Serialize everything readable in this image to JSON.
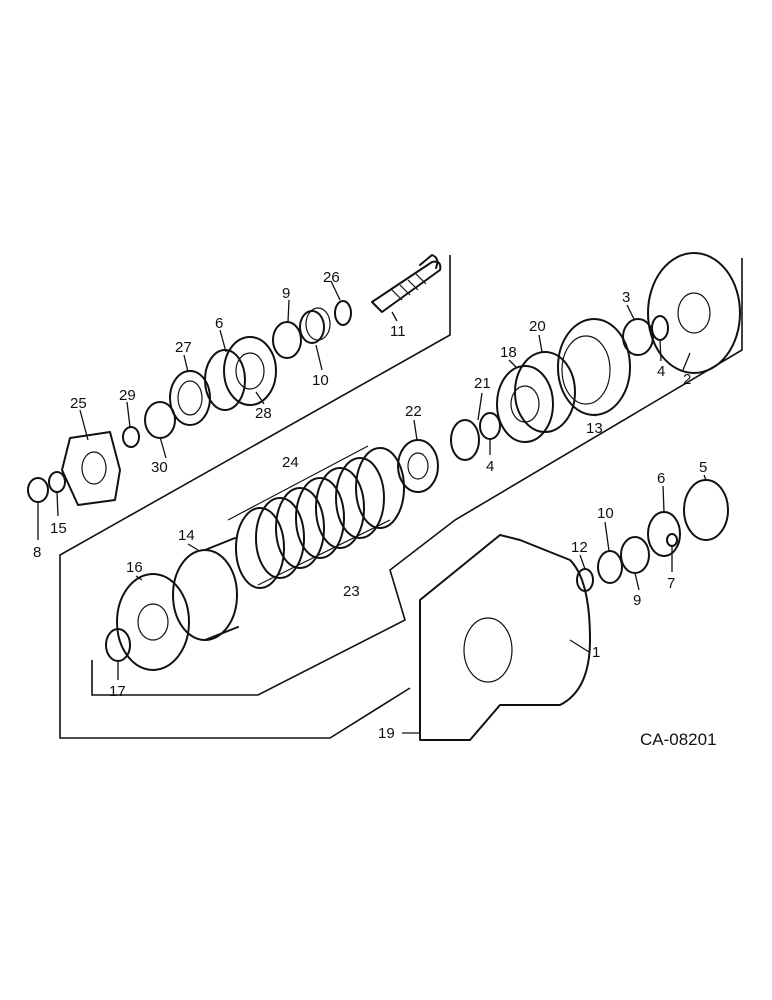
{
  "diagram": {
    "reference": "CA-08201",
    "callouts": {
      "c1": "1",
      "c2": "2",
      "c3": "3",
      "c4a": "4",
      "c4b": "4",
      "c5": "5",
      "c6a": "6",
      "c6b": "6",
      "c7": "7",
      "c8": "8",
      "c9a": "9",
      "c9b": "9",
      "c10a": "10",
      "c10b": "10",
      "c11": "11",
      "c12": "12",
      "c13": "13",
      "c14": "14",
      "c15": "15",
      "c16": "16",
      "c17": "17",
      "c18": "18",
      "c19": "19",
      "c20": "20",
      "c21": "21",
      "c22": "22",
      "c23": "23",
      "c24": "24",
      "c25": "25",
      "c26": "26",
      "c27": "27",
      "c28": "28",
      "c29": "29",
      "c30": "30"
    }
  }
}
